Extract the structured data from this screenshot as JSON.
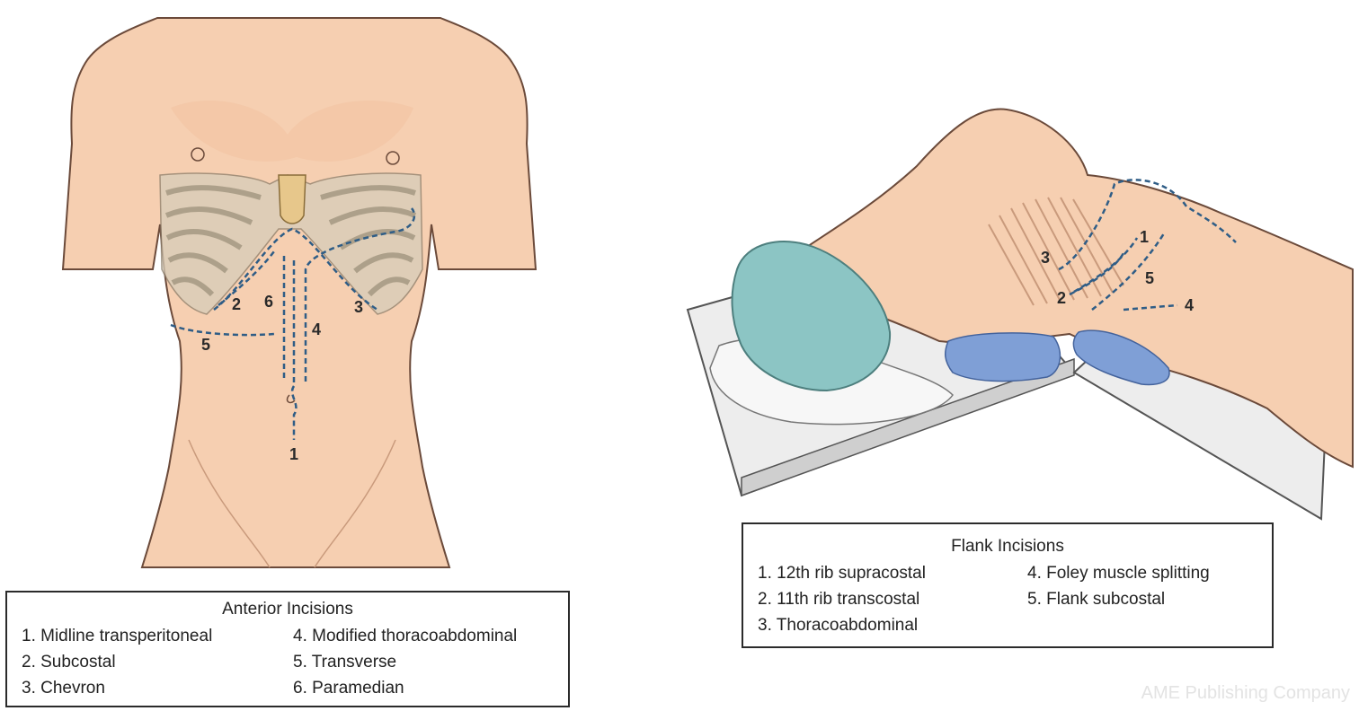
{
  "anterior": {
    "title": "Anterior Incisions",
    "items": [
      "1. Midline transperitoneal",
      "2. Subcostal",
      "3. Chevron",
      "4. Modified thoracoabdominal",
      "5. Transverse",
      "6. Paramedian"
    ],
    "labels": [
      "1",
      "2",
      "3",
      "4",
      "5",
      "6"
    ]
  },
  "flank": {
    "title": "Flank Incisions",
    "items": [
      "1. 12th rib supracostal",
      "2. 11th rib transcostal",
      "3. Thoracoabdominal",
      "4. Foley muscle splitting",
      "5. Flank subcostal"
    ],
    "labels": [
      "1",
      "2",
      "3",
      "4",
      "5"
    ]
  },
  "watermark": "AME Publishing Company",
  "colors": {
    "skin": "#f6cfb1",
    "incision": "#2f5d86",
    "bone": "#b9b3a3",
    "head_cover": "#8cc5c4",
    "pad": "#7f9fd6",
    "table": "#e9e9e9"
  }
}
